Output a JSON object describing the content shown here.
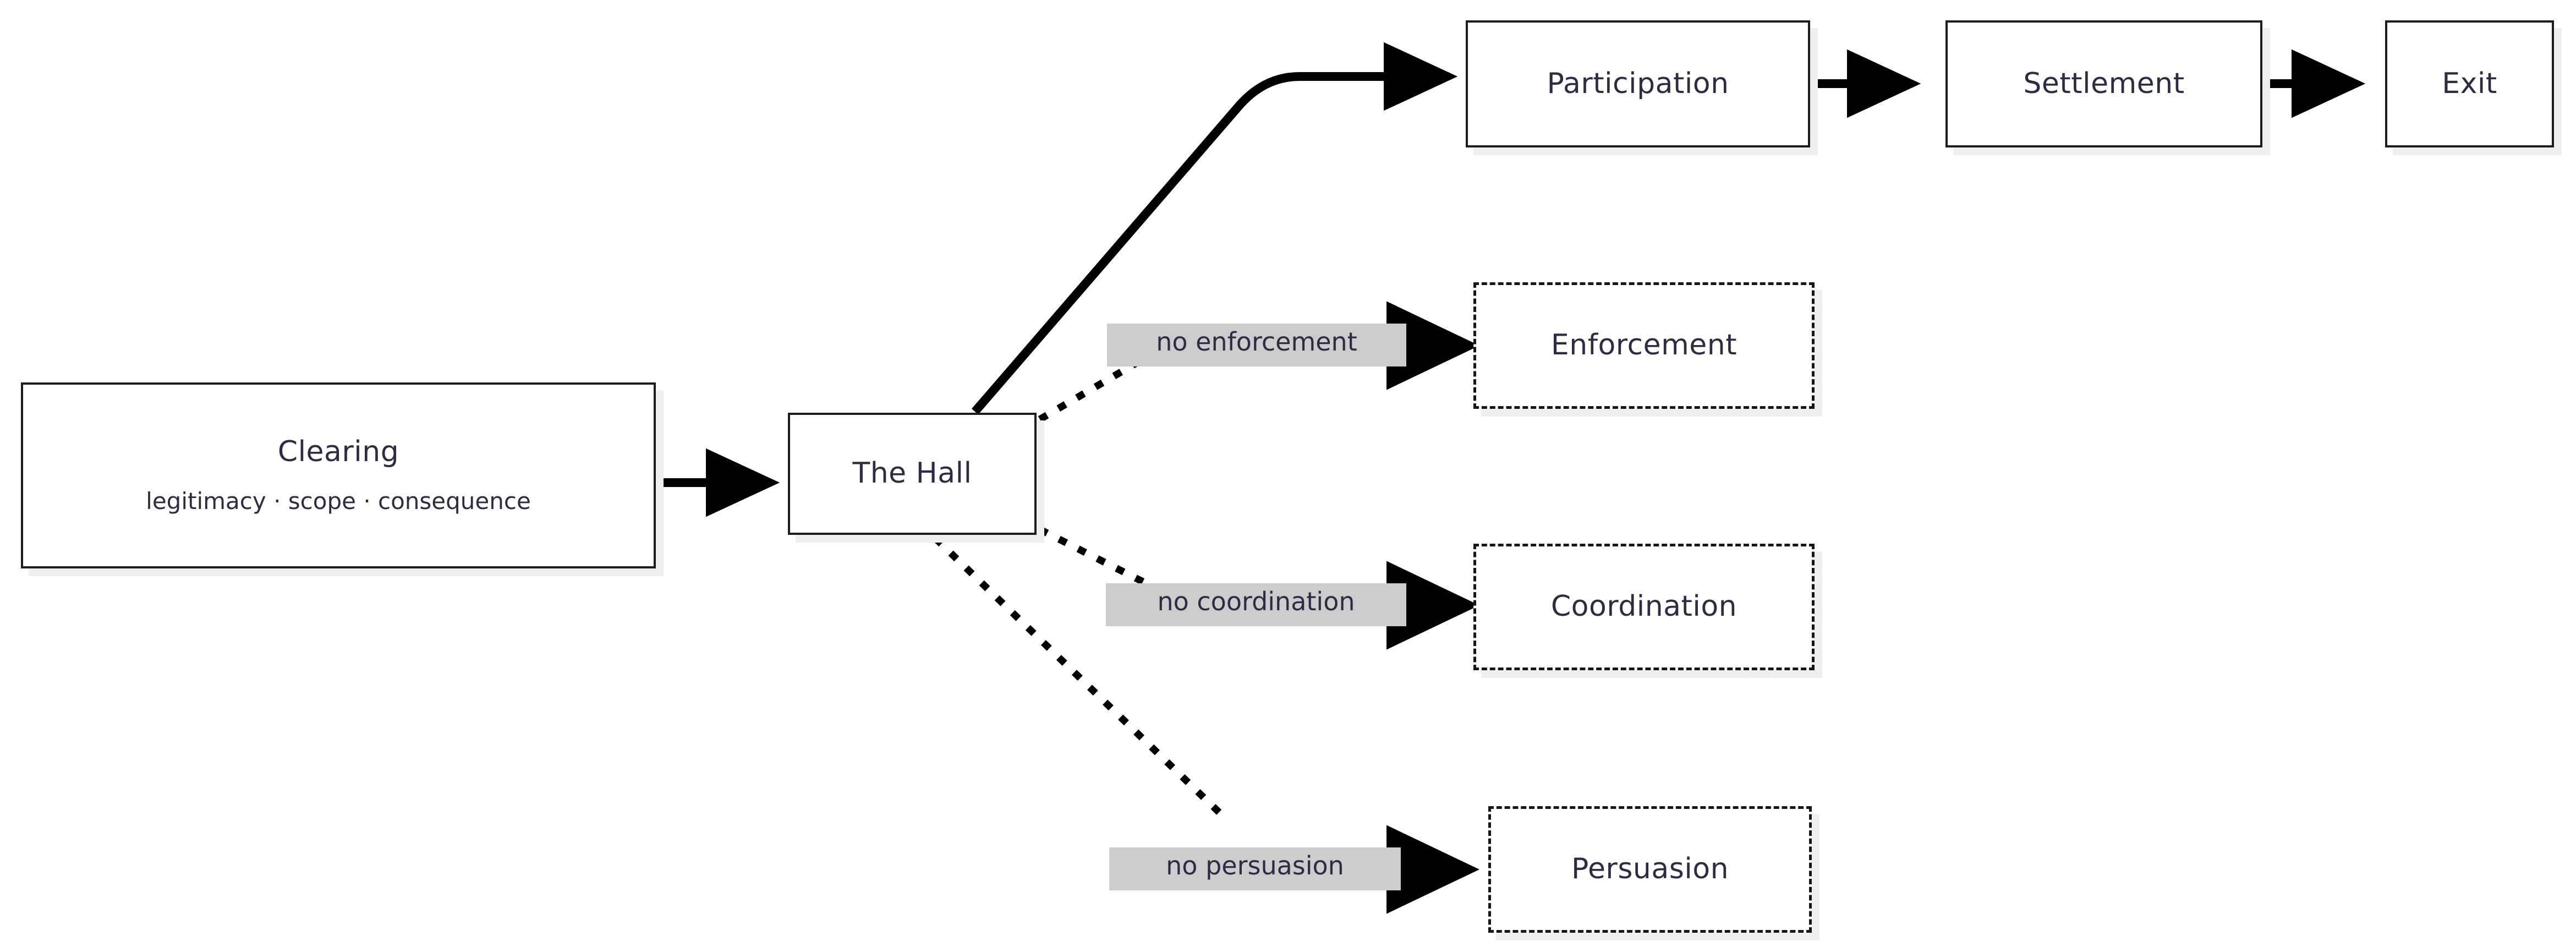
{
  "diagram": {
    "type": "flowchart",
    "direction": "left-to-right",
    "background_color": "#ffffff",
    "node_border_color": "#1c1c22",
    "node_fill_color": "#ffffff",
    "text_color": "#2e2b43",
    "edge_color": "#000000",
    "label_background_color": "#cccccc",
    "shadow_color": "#efefef",
    "nodes": [
      {
        "id": "clearing",
        "title": "Clearing",
        "subtitle": "legitimacy · scope · consequence",
        "style": "solid"
      },
      {
        "id": "the-hall",
        "title": "The Hall",
        "subtitle": "",
        "style": "solid"
      },
      {
        "id": "participation",
        "title": "Participation",
        "subtitle": "",
        "style": "solid"
      },
      {
        "id": "settlement",
        "title": "Settlement",
        "subtitle": "",
        "style": "solid"
      },
      {
        "id": "exit",
        "title": "Exit",
        "subtitle": "",
        "style": "solid"
      },
      {
        "id": "enforcement",
        "title": "Enforcement",
        "subtitle": "",
        "style": "dashed"
      },
      {
        "id": "coordination",
        "title": "Coordination",
        "subtitle": "",
        "style": "dashed"
      },
      {
        "id": "persuasion",
        "title": "Persuasion",
        "subtitle": "",
        "style": "dashed"
      }
    ],
    "edges": [
      {
        "from": "clearing",
        "to": "the-hall",
        "style": "solid",
        "label": ""
      },
      {
        "from": "the-hall",
        "to": "participation",
        "style": "solid",
        "label": ""
      },
      {
        "from": "participation",
        "to": "settlement",
        "style": "solid",
        "label": ""
      },
      {
        "from": "settlement",
        "to": "exit",
        "style": "solid",
        "label": ""
      },
      {
        "from": "the-hall",
        "to": "enforcement",
        "style": "dotted",
        "label": "no enforcement"
      },
      {
        "from": "the-hall",
        "to": "coordination",
        "style": "dotted",
        "label": "no coordination"
      },
      {
        "from": "the-hall",
        "to": "persuasion",
        "style": "dotted",
        "label": "no persuasion"
      }
    ],
    "edge_labels": {
      "enforcement": "no enforcement",
      "coordination": "no coordination",
      "persuasion": "no persuasion"
    }
  }
}
